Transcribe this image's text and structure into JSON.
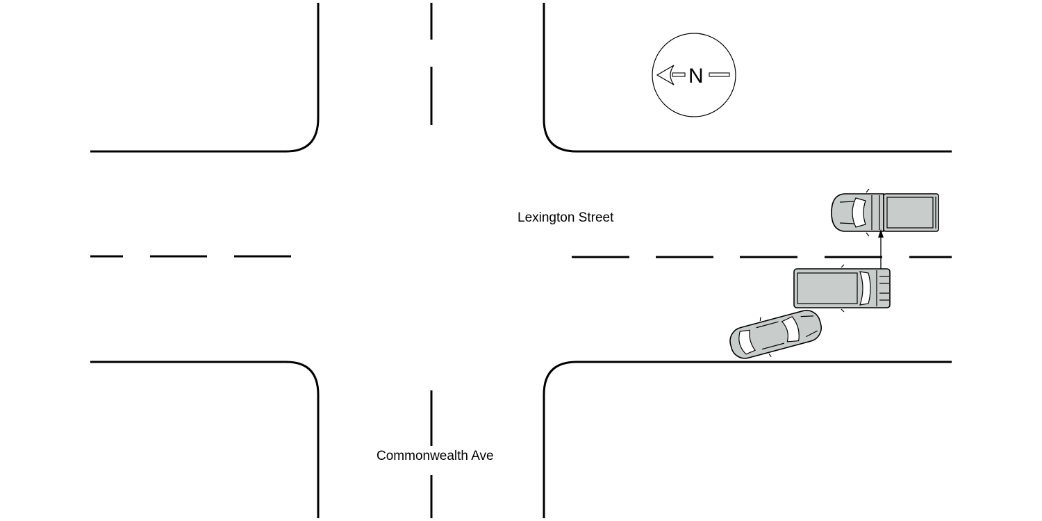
{
  "streets": {
    "horizontal_label": "Lexington Street",
    "vertical_label": "Commonwealth Ave"
  },
  "compass": {
    "letter": "N",
    "icon": "north-arrow-icon"
  },
  "vehicles": [
    {
      "name": "pickup-truck-north",
      "icon": "pickup-truck-icon"
    },
    {
      "name": "van-middle",
      "icon": "van-icon"
    },
    {
      "name": "sedan-south",
      "icon": "sedan-icon"
    }
  ],
  "colors": {
    "vehicle_fill": "#c8cccb",
    "line": "#000000",
    "background": "#ffffff"
  }
}
